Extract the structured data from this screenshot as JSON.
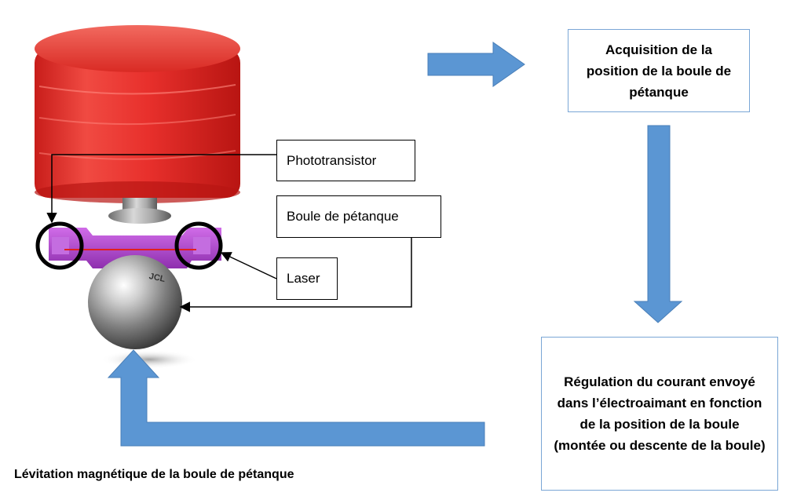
{
  "labels": {
    "phototransistor": "Phototransistor",
    "boule": "Boule de pétanque",
    "laser": "Laser"
  },
  "steps": {
    "acquisition": "Acquisition de la position de la boule de pétanque",
    "regulation": "Régulation du courant envoyé dans l’électroaimant en fonction de la position de la boule (montée ou descente de la boule)"
  },
  "caption": "Lévitation magnétique de la boule de pétanque",
  "ball_marking": "JCL",
  "colors": {
    "arrow_fill": "#5b96d3",
    "arrow_stroke": "#4a7fb8",
    "step_border": "#7aa6d6",
    "electromagnet": "#e8302c",
    "bracket": "#b04ccc",
    "laser_beam": "#e02020"
  }
}
